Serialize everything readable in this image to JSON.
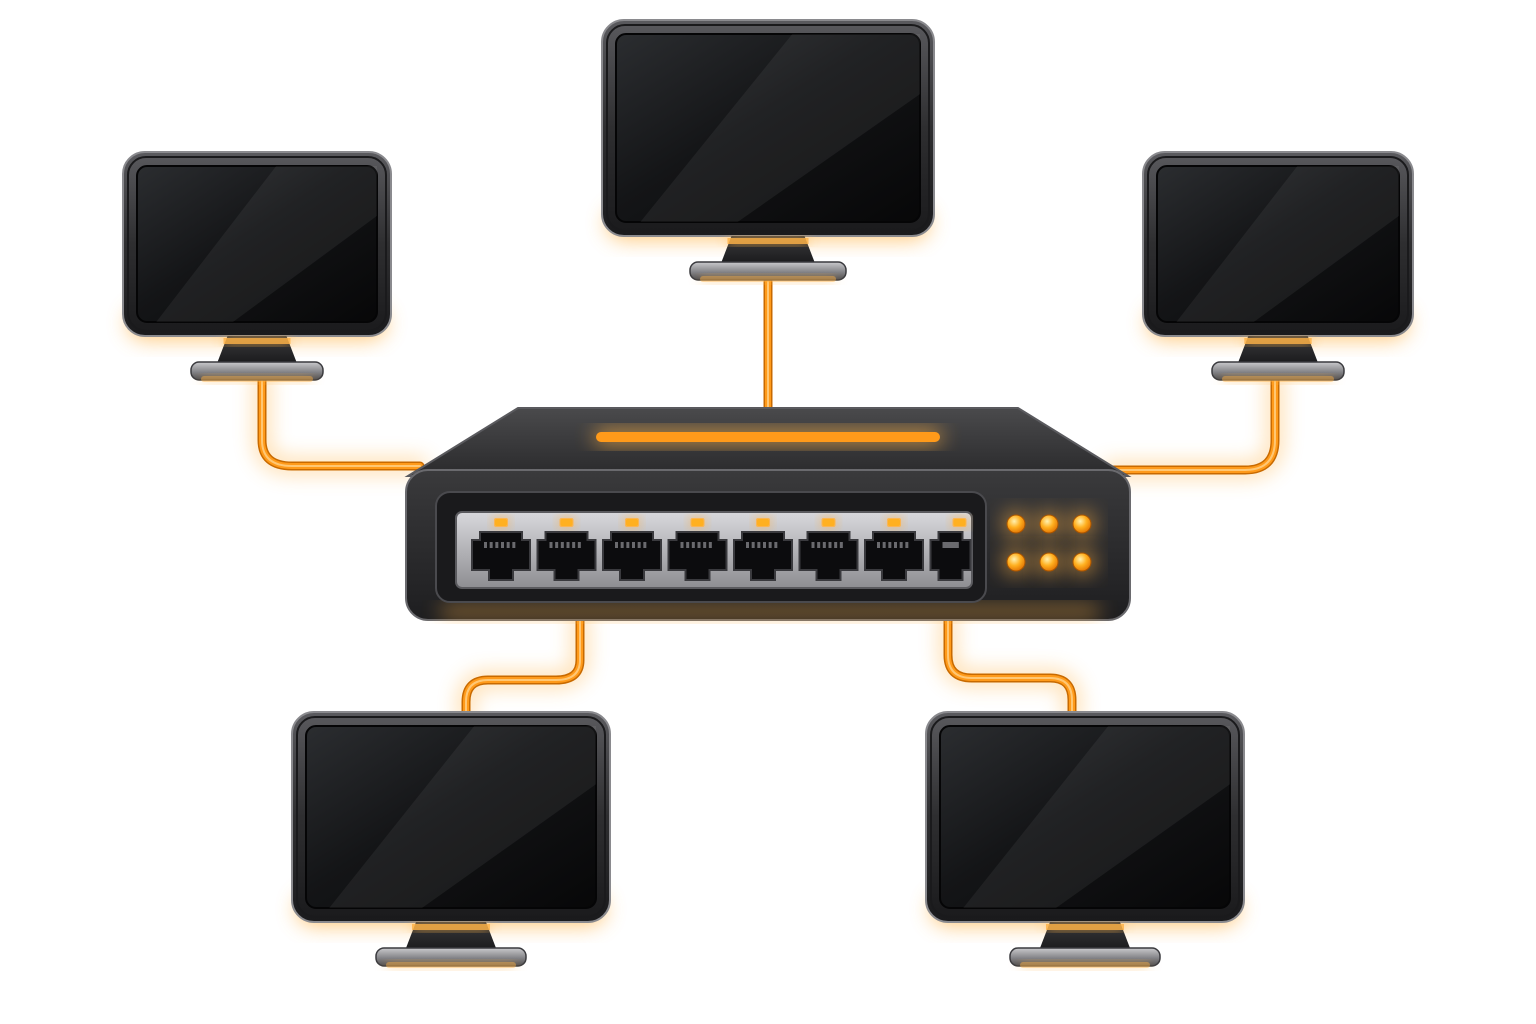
{
  "diagram": {
    "type": "star-network-topology",
    "hub": {
      "kind": "network-switch",
      "ports": 8,
      "port_leds": 8,
      "status_leds": 6
    },
    "nodes": [
      {
        "kind": "monitor",
        "id": "top-left"
      },
      {
        "kind": "monitor",
        "id": "top-center"
      },
      {
        "kind": "monitor",
        "id": "top-right"
      },
      {
        "kind": "monitor",
        "id": "bottom-left"
      },
      {
        "kind": "monitor",
        "id": "bottom-right"
      }
    ],
    "connections": [
      {
        "from": "hub",
        "to": "top-left"
      },
      {
        "from": "hub",
        "to": "top-center"
      },
      {
        "from": "hub",
        "to": "top-right"
      },
      {
        "from": "hub",
        "to": "bottom-left"
      },
      {
        "from": "hub",
        "to": "bottom-right"
      }
    ]
  },
  "colors": {
    "cable": "#ff9a1a",
    "glow": "#ffb347",
    "led": "#ffb020",
    "bezel": "#2e2e30",
    "screen": "#0d0d0f",
    "chassis": "#2a2a2c",
    "port_panel": "#b8b8bc",
    "background": "#ffffff"
  }
}
